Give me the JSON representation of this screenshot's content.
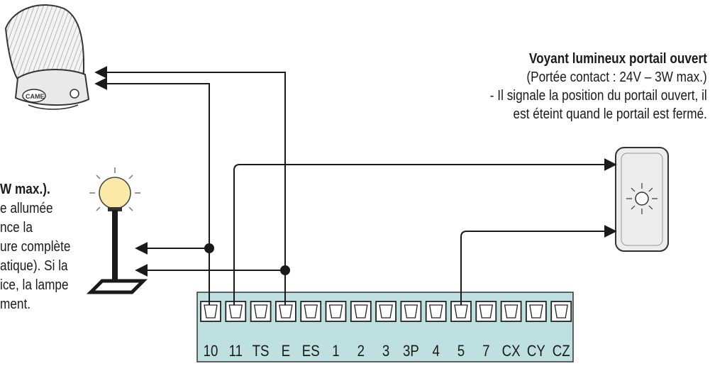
{
  "right_caption": {
    "title": "Voyant lumineux portail ouvert",
    "line1": "(Portée contact : 24V – 3W max.)",
    "line2": "- Il signale la position du portail ouvert, il",
    "line3": "est éteint quand le portail est fermé."
  },
  "left_caption": {
    "line1": "W max.).",
    "line2": "e allumée",
    "line3": "nce la",
    "line4": "ure complète",
    "line5": "atique). Si la",
    "line6": "ice, la lampe",
    "line7": "ment."
  },
  "terminal_block": {
    "labels": [
      "10",
      "11",
      "TS",
      "E",
      "ES",
      "1",
      "2",
      "3",
      "3P",
      "4",
      "5",
      "7",
      "CX",
      "CY",
      "CZ"
    ]
  },
  "colors": {
    "terminal_fill": "#bfe0e0",
    "lamp_glow": "#fbe9a8",
    "wire": "#1a1a1a"
  },
  "logo_text": "CAME"
}
